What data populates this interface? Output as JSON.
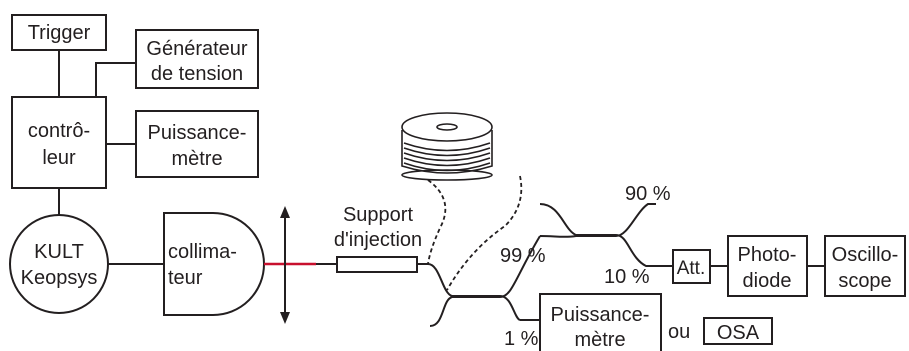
{
  "colors": {
    "ink": "#231f20",
    "laser_beam": "#c8102e",
    "background": "#ffffff"
  },
  "boxes": {
    "trigger": "Trigger",
    "generator": [
      "Générateur",
      "de tension"
    ],
    "controller": [
      "contrô-",
      "leur"
    ],
    "power_meter_top": [
      "Puissance-",
      "mètre"
    ],
    "laser": [
      "KULT",
      "Keopsys"
    ],
    "collimator": [
      "collima-",
      "teur"
    ],
    "attenuator": "Att.",
    "photodiode": [
      "Photo-",
      "diode"
    ],
    "oscilloscope": [
      "Oscillo-",
      "scope"
    ],
    "power_meter_bottom": [
      "Puissance-",
      "mètre"
    ],
    "osa": "OSA"
  },
  "labels": {
    "injection_support": [
      "Support",
      "d'injection"
    ],
    "ratio_99": "99 %",
    "ratio_1": "1 %",
    "ratio_90": "90 %",
    "ratio_10": "10 %",
    "or_word": "ou"
  },
  "icons": {
    "fiber_spool": "fiber-spool-icon",
    "lens": "double-arrow-lens-icon"
  }
}
